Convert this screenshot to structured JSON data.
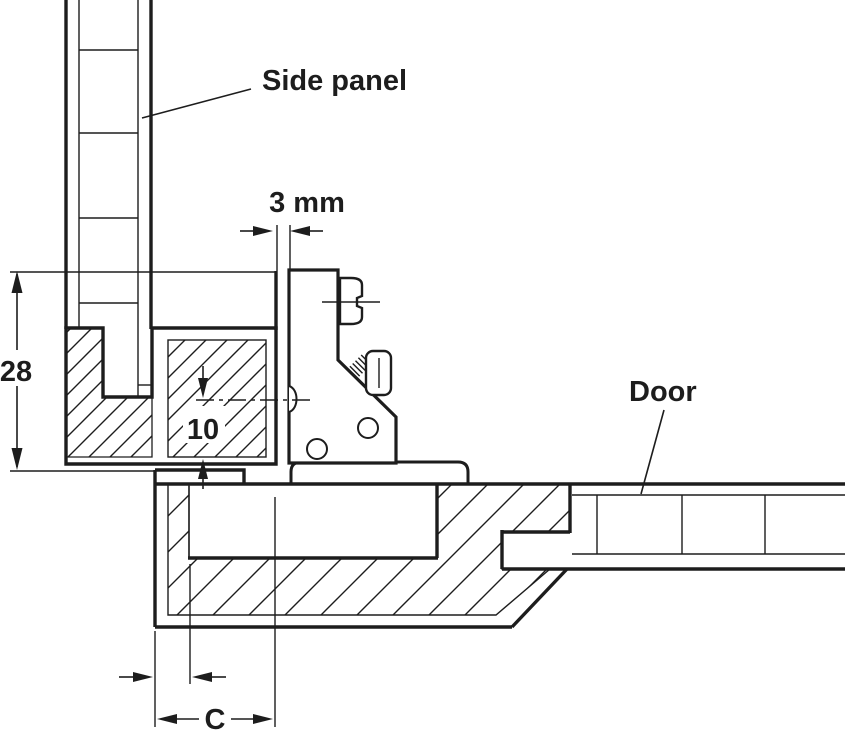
{
  "drawing": {
    "labels": {
      "side_panel": "Side panel",
      "door": "Door"
    },
    "dimensions": {
      "gap": "3 mm",
      "profile_height": "28",
      "drill_line_offset": "10",
      "cup_distance": "C"
    },
    "colors": {
      "line": "#1d1d1d",
      "background": "#ffffff"
    }
  }
}
